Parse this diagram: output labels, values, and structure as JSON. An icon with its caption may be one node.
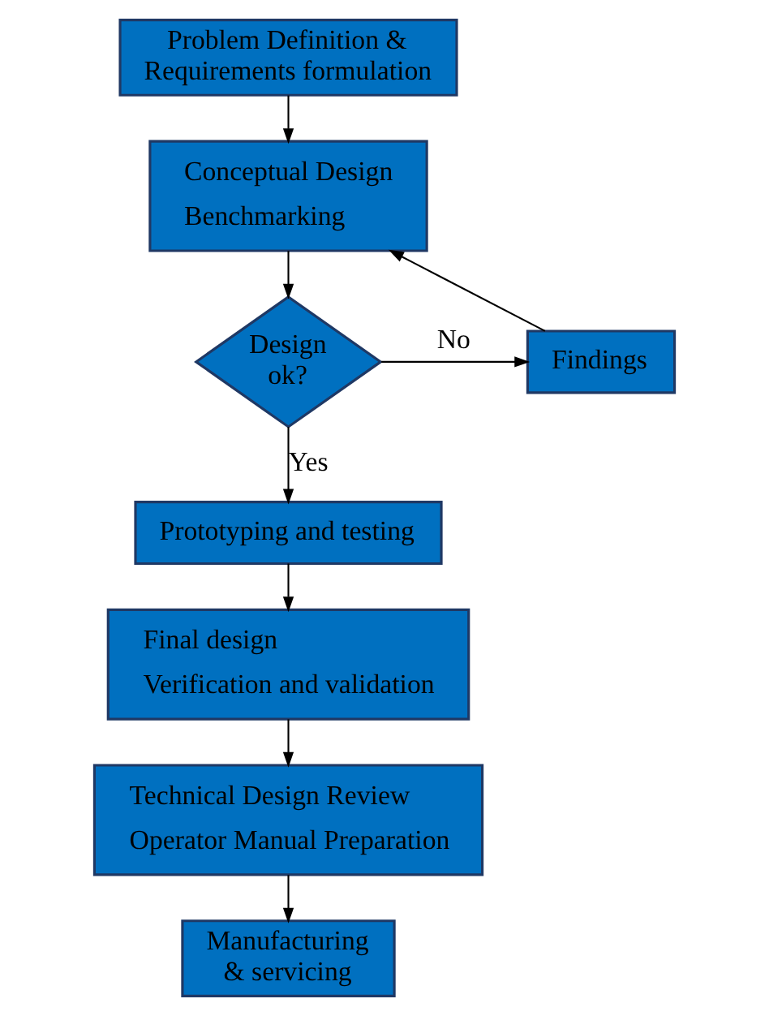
{
  "diagram": {
    "nodes": [
      {
        "text": [
          "Problem Definition & Requirements formulation"
        ]
      },
      {
        "text": [
          "Conceptual Design",
          "Benchmarking"
        ]
      },
      {
        "text": [
          "Design ok?"
        ]
      },
      {
        "text": [
          "Findings"
        ]
      },
      {
        "text": [
          "Prototyping and testing"
        ]
      },
      {
        "text": [
          "Final design",
          "Verification and validation"
        ]
      },
      {
        "text": [
          "Technical Design Review",
          "Operator Manual Preparation"
        ]
      },
      {
        "text": [
          "Manufacturing & servicing"
        ]
      }
    ],
    "edges": [
      {
        "from": 0,
        "to": 1,
        "arrow": "to"
      },
      {
        "from": 1,
        "to": 2,
        "arrow": "to"
      },
      {
        "from": 2,
        "to": 3,
        "arrow": "to",
        "label": "No"
      },
      {
        "from": 3,
        "to": 1,
        "arrow": "to"
      },
      {
        "from": 2,
        "to": 4,
        "arrow": "to",
        "label": "Yes"
      },
      {
        "from": 4,
        "to": 5,
        "arrow": "to"
      },
      {
        "from": 5,
        "to": 6,
        "arrow": "to"
      },
      {
        "from": 6,
        "to": 7,
        "arrow": "to"
      }
    ]
  }
}
